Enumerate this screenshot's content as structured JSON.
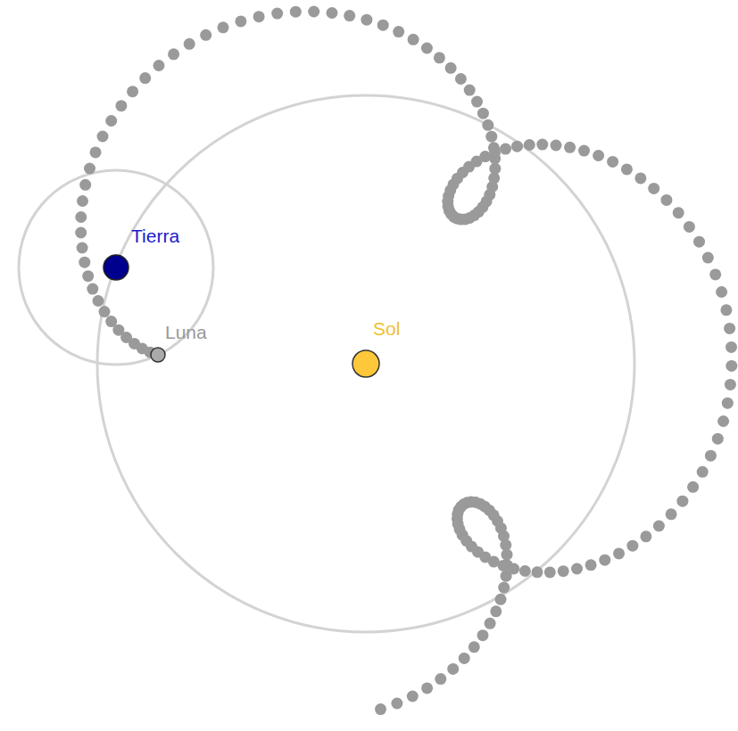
{
  "diagram": {
    "labels": [
      "Tierra",
      "Luna",
      "Sol"
    ]
  }
}
